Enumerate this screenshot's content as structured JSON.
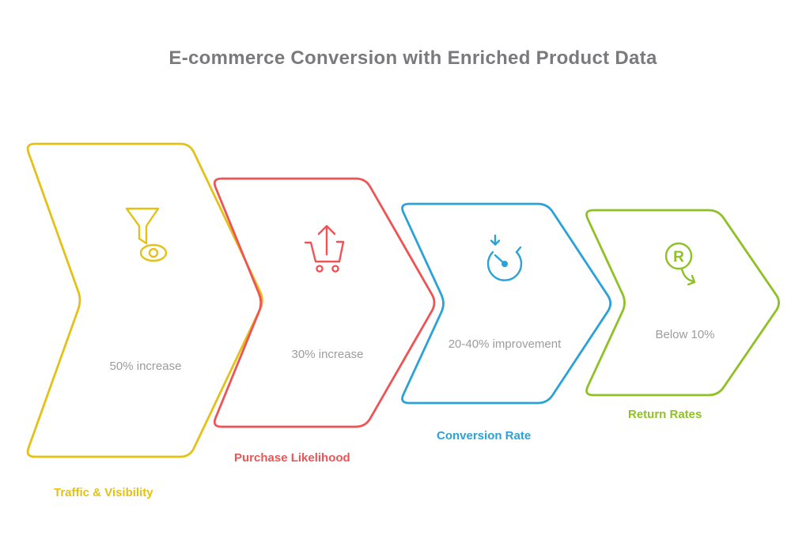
{
  "title": "E-commerce Conversion with Enriched Product Data",
  "colors": {
    "title_gray": "#7a7a7d",
    "stat_gray": "#9c9c9c",
    "traffic_yellow": "#e4c117",
    "purchase_red": "#ee5455",
    "conversion_blue": "#2aa2d8",
    "returns_green": "#8fc127",
    "background": "#ffffff"
  },
  "stages": [
    {
      "label": "Traffic & Visibility",
      "stat": "50% increase",
      "icon": "funnel-eye-icon",
      "color": "#e4c117"
    },
    {
      "label": "Purchase Likelihood",
      "stat": "30% increase",
      "icon": "cart-arrow-up-icon",
      "color": "#ee5455"
    },
    {
      "label": "Conversion Rate",
      "stat": "20-40% improvement",
      "icon": "speedometer-icon",
      "color": "#2aa2d8"
    },
    {
      "label": "Return Rates",
      "stat": "Below 10%",
      "icon": "return-arrow-icon",
      "color": "#8fc127"
    }
  ]
}
